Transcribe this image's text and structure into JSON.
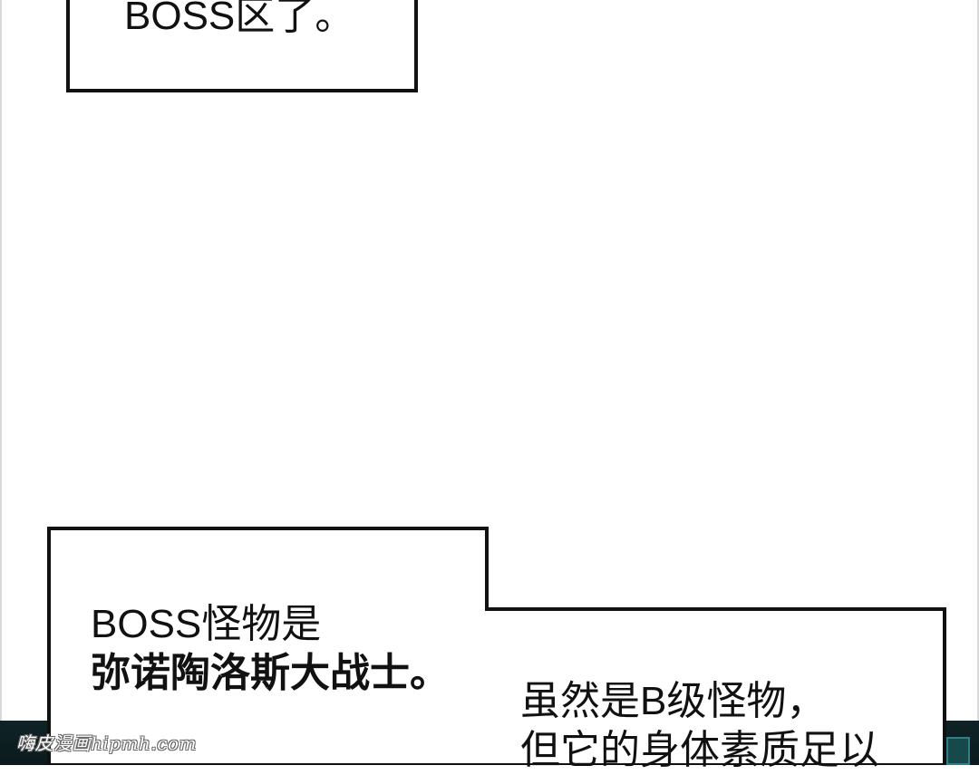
{
  "panel_top": {
    "caption_line": "BOSS区了。"
  },
  "panel_bottom": {
    "caption_left": {
      "line1": "BOSS怪物是",
      "line2": "弥诺陶洛斯大战士。"
    },
    "caption_right": {
      "line1": "虽然是B级怪物，",
      "line2": "但它的身体素质足以"
    }
  },
  "watermark": "嗨皮漫画hipmh.com",
  "colors": {
    "ink": "#111111",
    "paper": "#ffffff",
    "dark_panel": "#0f2326",
    "teal_accent": "#17484c"
  }
}
